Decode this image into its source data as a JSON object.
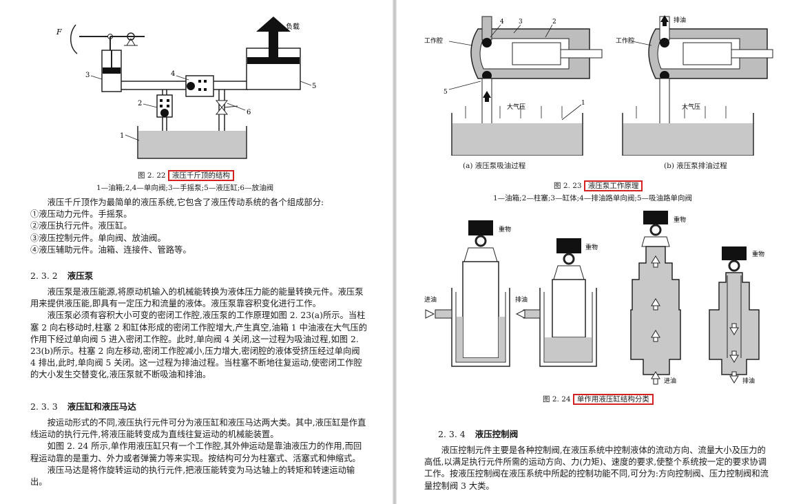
{
  "left_page": {
    "fig222": {
      "labels": {
        "force": "F",
        "load": "负载",
        "n1": "1",
        "n2": "2",
        "n3": "3",
        "n4": "4",
        "n5": "5",
        "n6": "6"
      },
      "caption_num": "图 2. 22",
      "caption_title": "液压千斤顶的结构",
      "legend": "1—油箱;2,4—单向阀;3—手摇泵;5—液压缸;6—放油阀"
    },
    "intro": "液压千斤顶作为最简单的液压系统,它包含了液压传动系统的各个组成部分:",
    "list": [
      "①液压动力元件。手摇泵。",
      "②液压执行元件。液压缸。",
      "③液压控制元件。单向阀、放油阀。",
      "④液压辅助元件。油箱、连接件、管路等。"
    ],
    "sec232": {
      "num": "2. 3. 2",
      "title": "液压泵"
    },
    "p232a": "液压泵是液压能源,将原动机输入的机械能转换为液体压力能的能量转换元件。液压泵用来提供液压能,即具有一定压力和流量的液体。液压泵靠容积变化进行工作。",
    "p232b": "液压泵必须有容积大小可变的密闭工作腔,液压泵的工作原理如图 2. 23(a)所示。当柱塞 2 向右移动时,柱塞 2 和缸体形成的密闭工作腔增大,产生真空,油箱 1 中油液在大气压的作用下经过单向阀 5 进入密闭工作腔。此时,单向阀 4 关闭,这一过程为吸油过程,如图 2. 23(b)所示。柱塞 2 向左移动,密闭工作腔减小,压力增大,密闭腔的液体受挤压经过单向阀 4 排出,此时,单向阀 5 关闭。这一过程为排油过程。当柱塞不断地往复运动,使密闭工作腔的大小发生交替变化,液压泵就不断吸油和排油。",
    "sec233": {
      "num": "2. 3. 3",
      "title": "液压缸和液压马达"
    },
    "p233a": "按运动形式的不同,液压执行元件可分为液压缸和液压马达两大类。其中,液压缸是作直线运动的执行元件,将液压能转变成为直线往复运动的机械能装置。",
    "p233b": "如图 2. 24 所示,单作用液压缸只有一个工作腔,其外伸运动是靠油液压力的作用,而回程运动靠的是重力、外力或者弹簧力等来实现。按结构可分为柱塞式、活塞式和伸缩式。",
    "p233c": "液压马达是将作旋转运动的执行元件,把液压能转变为马达轴上的转矩和转速运动输出。"
  },
  "right_page": {
    "fig223": {
      "labels": {
        "work_chamber_a": "工作腔",
        "work_chamber_b": "工作腔",
        "discharge": "排油",
        "atm_a": "大气压",
        "atm_b": "大气压",
        "n1": "1",
        "n2": "2",
        "n3": "3",
        "n4": "4",
        "n5": "5"
      },
      "sub_a": "(a) 液压泵吸油过程",
      "sub_b": "(b) 液压泵排油过程",
      "caption_num": "图 2. 23",
      "caption_title": "液压泵工作原理",
      "legend": "1—油箱;2—柱塞;3—缸体;4—排油路单向阀;5—吸油路单向阀"
    },
    "fig224": {
      "labels": {
        "weight1": "重物",
        "weight2": "重物",
        "weight3": "重物",
        "weight4": "重物",
        "oil_in_a": "进油",
        "oil_out_b": "排油",
        "oil_in_c": "进油",
        "oil_out_d": "排油"
      },
      "caption_num": "图 2. 24",
      "caption_title": "单作用液压缸结构分类"
    },
    "sec234": {
      "num": "2. 3. 4",
      "title": "液压控制阀"
    },
    "p234": "液压控制元件主要是各种控制阀,在液压系统中控制液体的流动方向、流量大小及压力的高低,以满足执行元件所需的运动方向、力(力矩)、速度的要求,使整个系统按一定的要求协调工作。按液压控制阀在液压系统中所起的控制功能不同,可分为:方向控制阀、压力控制阀和流量控制阀 3 大类。"
  },
  "colors": {
    "highlight_box": "#d42020",
    "oil": "#c8c8c8",
    "ink": "#1a1a1a"
  }
}
